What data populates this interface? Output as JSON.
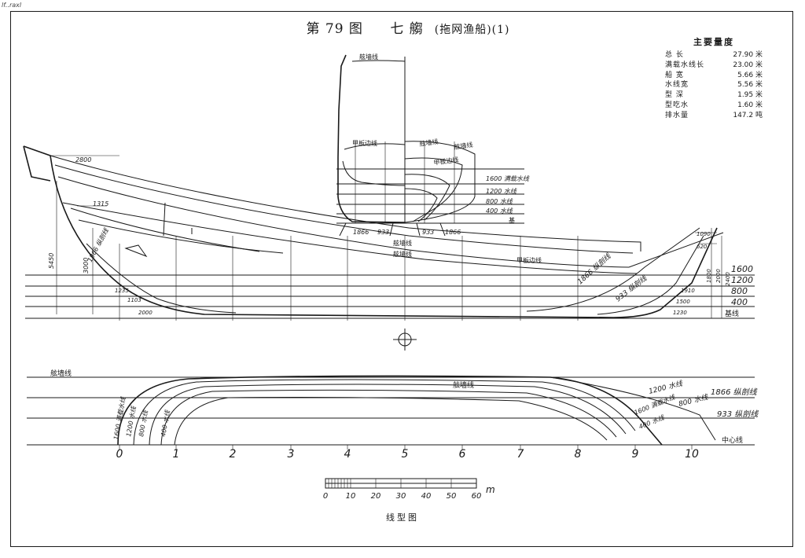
{
  "corner_mark": "lf..raxl",
  "title": {
    "figure": "第 79 图",
    "name": "七 䑼",
    "sub": "(拖网渔船)(1)"
  },
  "dims": {
    "heading": "主要量度",
    "rows": [
      {
        "label": "总 长",
        "value": "27.90 米"
      },
      {
        "label": "满载水线长",
        "value": "23.00 米"
      },
      {
        "label": "船 宽",
        "value": "5.66 米"
      },
      {
        "label": "水线宽",
        "value": "5.56 米"
      },
      {
        "label": "型 深",
        "value": "1.95 米"
      },
      {
        "label": "型吃水",
        "value": "1.60 米"
      },
      {
        "label": "排水量",
        "value": "147.2 吨"
      }
    ]
  },
  "body_plan": {
    "labels": [
      "舷墙线",
      "甲板边线",
      "舷墙线",
      "舷墙线",
      "甲板边线"
    ],
    "waterlines": [
      "1600 满载水线",
      "1200 水线",
      "800 水线",
      "400 水线",
      "基"
    ],
    "bottom_dims": [
      "1866",
      "933",
      "933",
      "1866"
    ]
  },
  "profile": {
    "labels": [
      "舷墙线",
      "舷墙线",
      "甲板边线",
      "1866 纵剖线",
      "1866 纵剖线",
      "933 纵剖线",
      "基线"
    ],
    "dims": [
      "2800",
      "1315",
      "5450",
      "3000",
      "1235",
      "1103",
      "2000",
      "1090",
      "620",
      "1800",
      "2000",
      "2400",
      "1910",
      "1500",
      "1230"
    ],
    "waterlines": [
      "1600",
      "1200",
      "800",
      "400"
    ]
  },
  "half_breadth": {
    "labels": [
      "舷墙线",
      "舷墙线",
      "1200 水线",
      "800 水线",
      "1600 满载水线",
      "400 水线",
      "1866 纵剖线",
      "933 纵剖线",
      "中心线"
    ],
    "left_labels": [
      "1600 满载水线",
      "1200 水线",
      "800 水线",
      "400 水线"
    ]
  },
  "stations": [
    "0",
    "1",
    "2",
    "3",
    "4",
    "5",
    "6",
    "7",
    "8",
    "9",
    "10"
  ],
  "scale": {
    "ticks": [
      "0",
      "10",
      "20",
      "30",
      "40",
      "50",
      "60"
    ],
    "unit": "m"
  },
  "caption": "线型图"
}
